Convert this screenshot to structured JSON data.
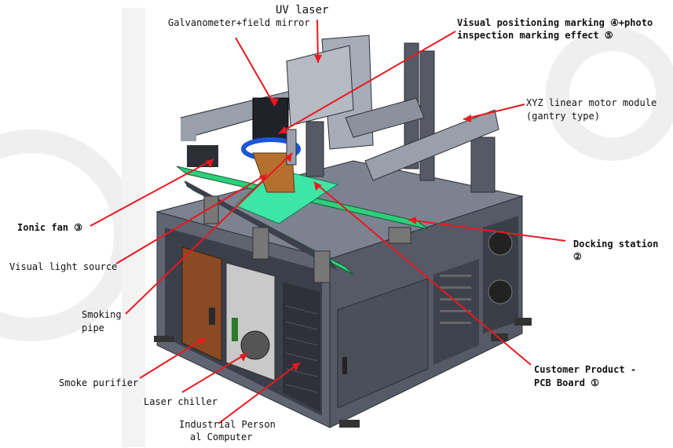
{
  "labels": {
    "uv_laser": "UV laser",
    "galvanometer": "Galvanometer+field mirror",
    "visual_positioning_1": "Visual positioning marking ④+photo",
    "visual_positioning_2": "inspection marking effect ⑤",
    "xyz_module_1": "XYZ linear motor module",
    "xyz_module_2": "(gantry type)",
    "ionic_fan": "Ionic fan ③",
    "visual_light_source": "Visual light source",
    "docking_station_1": "Docking station",
    "docking_station_2": "②",
    "smoking_pipe_1": "Smoking",
    "smoking_pipe_2": "pipe",
    "smoke_purifier": "Smoke purifier",
    "laser_chiller": "Laser chiller",
    "industrial_pc_1": "Industrial Person",
    "industrial_pc_2": "al Computer",
    "customer_product_1": "Customer Product -",
    "customer_product_2": "PCB Board ①"
  },
  "colors": {
    "leader_line": "#e8191f",
    "machine_body": "#6e7482",
    "machine_dark": "#3c404b",
    "conveyor_belt": "#2ecf7a",
    "pcb_board": "#3ee6a6",
    "cabinet_door": "#8a4a24",
    "watermark": "#ececec"
  }
}
